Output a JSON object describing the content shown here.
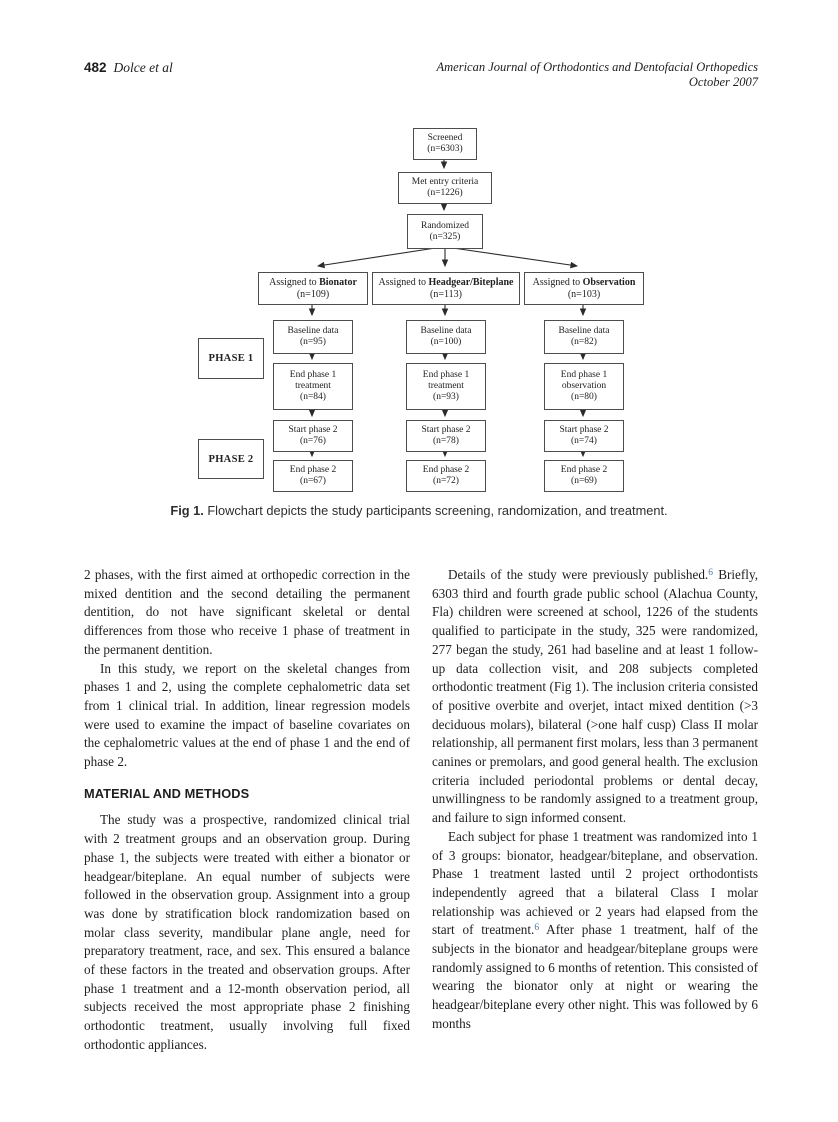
{
  "page_header": {
    "page_number": "482",
    "authors": "Dolce et al",
    "journal_line1": "American Journal of Orthodontics and Dentofacial Orthopedics",
    "journal_line2": "October 2007"
  },
  "figure": {
    "caption_label": "Fig 1.",
    "caption_text": " Flowchart depicts the study participants screening, randomization, and treatment.",
    "flowchart": {
      "screened": "Screened\n(n=6303)",
      "met_criteria": "Met entry criteria\n(n=1226)",
      "randomized": "Randomized\n(n=325)",
      "phase1_label": "PHASE 1",
      "phase2_label": "PHASE 2",
      "columns": [
        {
          "assigned_prefix": "Assigned to ",
          "assigned_group": "Bionator",
          "assigned_n": "(n=109)",
          "baseline": "Baseline data\n(n=95)",
          "end_phase1": "End phase 1\ntreatment\n(n=84)",
          "start_phase2": "Start phase 2\n(n=76)",
          "end_phase2": "End phase 2\n(n=67)"
        },
        {
          "assigned_prefix": "Assigned to ",
          "assigned_group": "Headgear/Biteplane",
          "assigned_n": "(n=113)",
          "baseline": "Baseline data\n(n=100)",
          "end_phase1": "End phase 1\ntreatment\n(n=93)",
          "start_phase2": "Start phase 2\n(n=78)",
          "end_phase2": "End phase 2\n(n=72)"
        },
        {
          "assigned_prefix": "Assigned to ",
          "assigned_group": "Observation",
          "assigned_n": "(n=103)",
          "baseline": "Baseline data\n(n=82)",
          "end_phase1": "End phase 1\nobservation\n(n=80)",
          "start_phase2": "Start phase 2\n(n=74)",
          "end_phase2": "End phase 2\n(n=69)"
        }
      ]
    }
  },
  "article": {
    "left_column": {
      "para1": "2 phases, with the first aimed at orthopedic correction in the mixed dentition and the second detailing the permanent dentition, do not have significant skeletal or dental differences from those who receive 1 phase of treatment in the permanent dentition.",
      "para2": "In this study, we report on the skeletal changes from phases 1 and 2, using the complete cephalometric data set from 1 clinical trial. In addition, linear regression models were used to examine the impact of baseline covariates on the cephalometric values at the end of phase 1 and the end of phase 2.",
      "section_heading": "MATERIAL AND METHODS",
      "para3": "The study was a prospective, randomized clinical trial with 2 treatment groups and an observation group. During phase 1, the subjects were treated with either a bionator or headgear/biteplane. An equal number of subjects were followed in the observation group. Assignment into a group was done by stratification block randomization based on molar class severity, mandibular plane angle, need for preparatory treatment, race, and sex. This ensured a balance of these factors in the treated and observation groups. After phase 1 treatment and a 12-month observation period, all subjects received the most appropriate phase 2 finishing orthodontic treatment, usually involving full fixed orthodontic appliances."
    },
    "right_column": {
      "para1_text": "Details of the study were previously published.",
      "para1_ref": "6",
      "para1_rest": " Briefly, 6303 third and fourth grade public school (Alachua County, Fla) children were screened at school, 1226 of the students qualified to participate in the study, 325 were randomized, 277 began the study, 261 had baseline and at least 1 follow-up data collection visit, and 208 subjects completed orthodontic treatment (Fig 1). The inclusion criteria consisted of positive overbite and overjet, intact mixed dentition (>3 deciduous molars), bilateral (>one half cusp) Class II molar relationship, all permanent first molars, less than 3 permanent canines or premolars, and good general health. The exclusion criteria included periodontal problems or dental decay, unwillingness to be randomly assigned to a treatment group, and failure to sign informed consent.",
      "para2_text": "Each subject for phase 1 treatment was randomized into 1 of 3 groups: bionator, headgear/biteplane, and observation. Phase 1 treatment lasted until 2 project orthodontists independently agreed that a bilateral Class I molar relationship was achieved or 2 years had elapsed from the start of treatment.",
      "para2_ref": "6",
      "para2_rest": " After phase 1 treatment, half of the subjects in the bionator and headgear/biteplane groups were randomly assigned to 6 months of retention. This consisted of wearing the bionator only at night or wearing the headgear/biteplane every other night. This was followed by 6 months"
    }
  },
  "colors": {
    "reference_link": "#4576a8",
    "body_text": "#1e1e1e",
    "box_border": "#4d4d4d"
  }
}
